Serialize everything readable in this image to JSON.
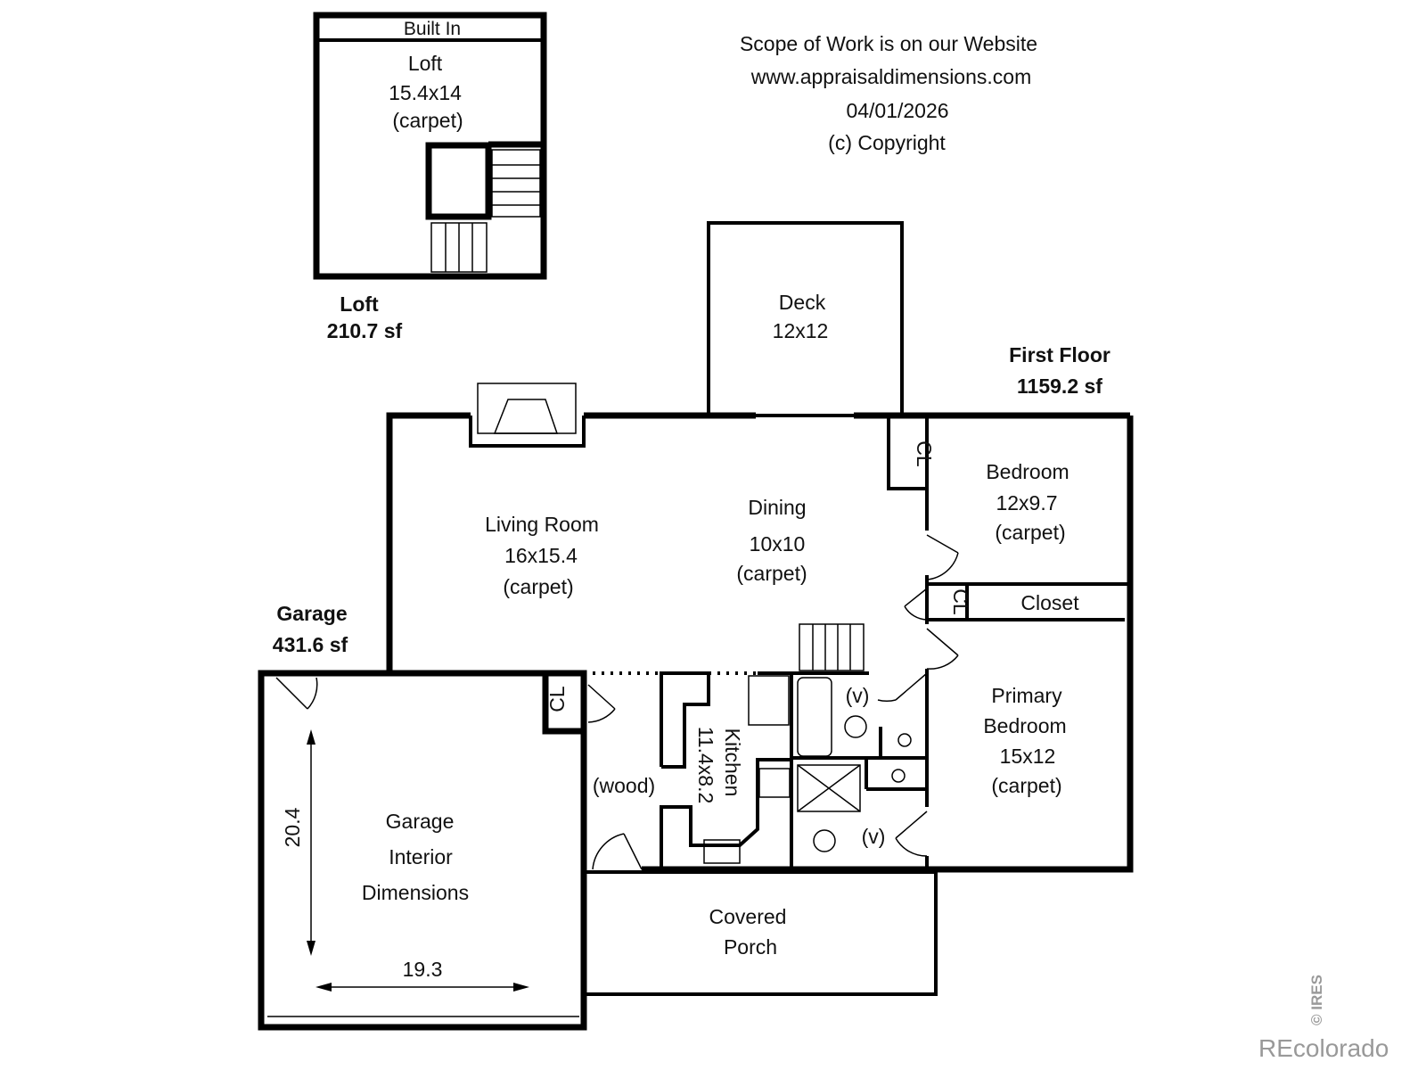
{
  "header": {
    "scope": "Scope of Work is on our Website",
    "website": "www.appraisaldimensions.com",
    "date": "04/01/2026",
    "copyright": "(c) Copyright"
  },
  "loft": {
    "built_in": "Built In",
    "room_name": "Loft",
    "room_dims": "15.4x14",
    "room_floor": "(carpet)",
    "area_title": "Loft",
    "area_value": "210.7 sf"
  },
  "first_floor": {
    "title": "First Floor",
    "area": "1159.2 sf"
  },
  "garage_area": {
    "title": "Garage",
    "area": "431.6 sf"
  },
  "rooms": {
    "deck": {
      "name": "Deck",
      "dims": "12x12"
    },
    "living": {
      "name": "Living Room",
      "dims": "16x15.4",
      "floor": "(carpet)"
    },
    "dining": {
      "name": "Dining",
      "dims": "10x10",
      "floor": "(carpet)"
    },
    "bedroom": {
      "name": "Bedroom",
      "dims": "12x9.7",
      "floor": "(carpet)"
    },
    "closet": {
      "name": "Closet"
    },
    "cl": "CL",
    "primary": {
      "name1": "Primary",
      "name2": "Bedroom",
      "dims": "15x12",
      "floor": "(carpet)"
    },
    "kitchen": {
      "name": "Kitchen",
      "dims": "11.4x8.2"
    },
    "wood": "(wood)",
    "vent": "(v)",
    "garage": {
      "line1": "Garage",
      "line2": "Interior",
      "line3": "Dimensions",
      "depth": "20.4",
      "width": "19.3"
    },
    "porch": {
      "line1": "Covered",
      "line2": "Porch"
    }
  },
  "watermark": {
    "brand": "REcolorado",
    "ires": "© IRES"
  }
}
